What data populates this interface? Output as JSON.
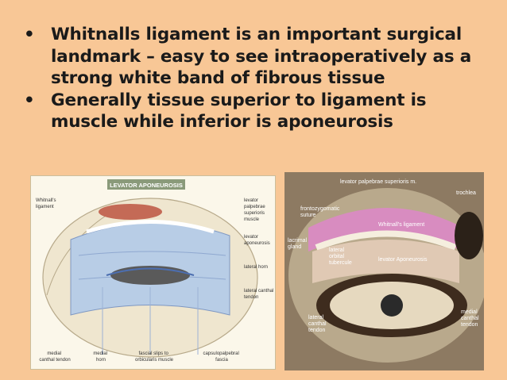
{
  "bullets": [
    {
      "text": "Whitnalls ligament is an important surgical landmark – easy to see intraoperatively as a strong white band of fibrous tissue",
      "lines": [
        "Whitnalls ligament is an important surgical",
        "landmark – easy to see intraoperatively as a",
        "strong white band of fibrous tissue"
      ]
    },
    {
      "text": "Generally tissue superior to ligament is muscle while inferior is aponeurosis",
      "lines": [
        "Generally tissue superior to ligament is",
        "muscle while inferior is aponeurosis"
      ]
    }
  ],
  "bullet_symbol": "•",
  "figure_left": {
    "title": "LEVATOR APONEUROSIS",
    "labels": {
      "whitnall": [
        "Whitnall's",
        "ligament"
      ],
      "levator_muscle": [
        "levator",
        "palpebrae",
        "superioris",
        "muscle"
      ],
      "levator_apo": [
        "levator",
        "aponeurosis"
      ],
      "lateral_horn": "lateral horn",
      "lateral_tendon": [
        "lateral canthal",
        "tendon"
      ],
      "medial_tendon": [
        "medial",
        "canthal tendon"
      ],
      "medial_horn": [
        "medial",
        "horn"
      ],
      "fascial_slips": [
        "fascial slips to",
        "orbicularis muscle"
      ],
      "capsulo": [
        "capsulopalpebral",
        "fascia"
      ]
    }
  },
  "figure_right": {
    "labels": {
      "levator_muscle": "levator palpebrae superioris m.",
      "trochlea": "trochlea",
      "frontozygomatic": [
        "frontozygomatic",
        "suture"
      ],
      "whitnall": "Whitnall's ligament",
      "lacrimal_gland": [
        "lacrimal",
        "gland"
      ],
      "lateral_orbital": [
        "lateral",
        "orbital",
        "tubercule"
      ],
      "levator_apo": "levator Aponeurosis",
      "lateral_tendon": [
        "lateral",
        "canthal",
        "tendon"
      ],
      "medial_tendon": [
        "medial",
        "canthal",
        "tendon"
      ]
    }
  },
  "colors": {
    "background": "#f8c796",
    "text": "#1a1a1a",
    "diagram_blue": "#b8cde6",
    "muscle_pink": "#d88cc0"
  }
}
